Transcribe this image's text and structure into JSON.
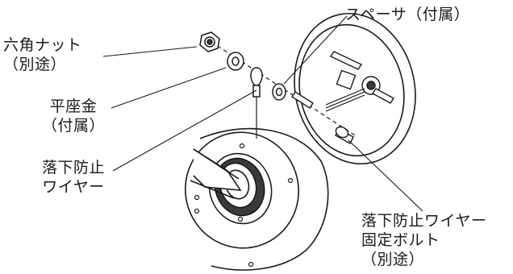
{
  "labels": {
    "hex_nut": {
      "line1": "六角ナット",
      "line2": "（別途）"
    },
    "flat_washer": {
      "line1": "平座金",
      "line2": "（付属）"
    },
    "fall_wire": {
      "line1": "落下防止",
      "line2": "ワイヤー"
    },
    "spacer": {
      "line1": "スペーサ（付属）"
    },
    "fixing_bolt": {
      "line1": "落下防止ワイヤー",
      "line2": "固定ボルト",
      "line3": "（別途）"
    }
  },
  "colors": {
    "line": "#1a1a1a",
    "fill": "#ffffff",
    "shade": "#3a3a3a"
  }
}
